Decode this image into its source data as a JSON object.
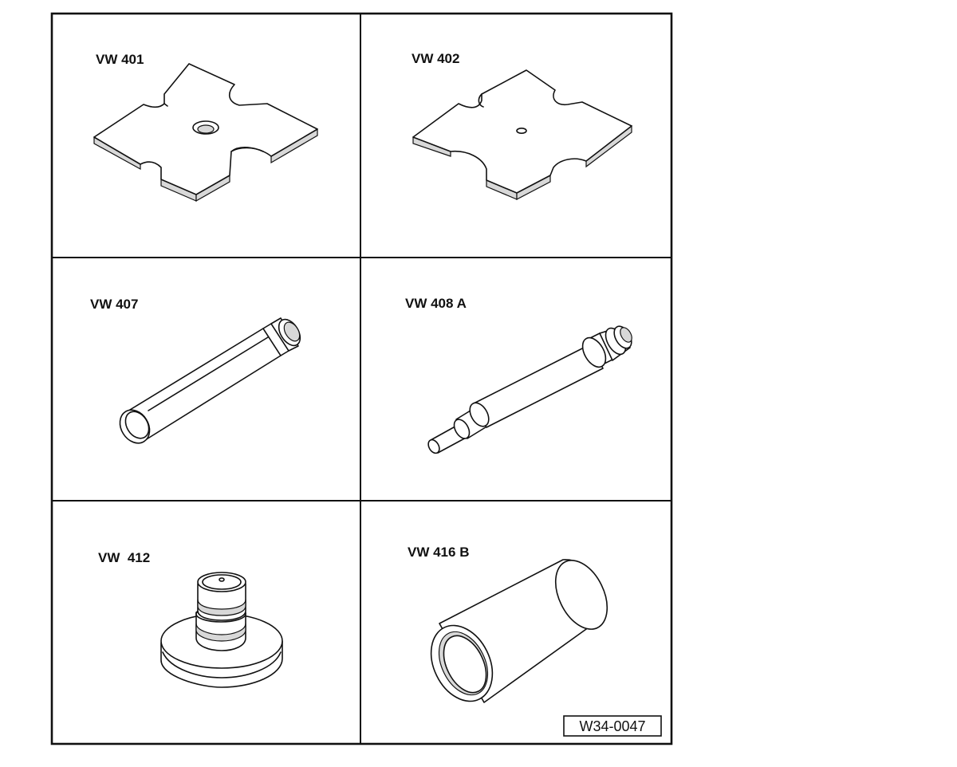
{
  "tools": [
    {
      "id": "vw401",
      "label": "VW 401"
    },
    {
      "id": "vw402",
      "label": "VW 402"
    },
    {
      "id": "vw407",
      "label": "VW 407"
    },
    {
      "id": "vw408a",
      "label": "VW 408 A"
    },
    {
      "id": "vw412",
      "label": "VW  412"
    },
    {
      "id": "vw416b",
      "label": "VW 416 B"
    }
  ],
  "figure_ref": "W34-0047"
}
